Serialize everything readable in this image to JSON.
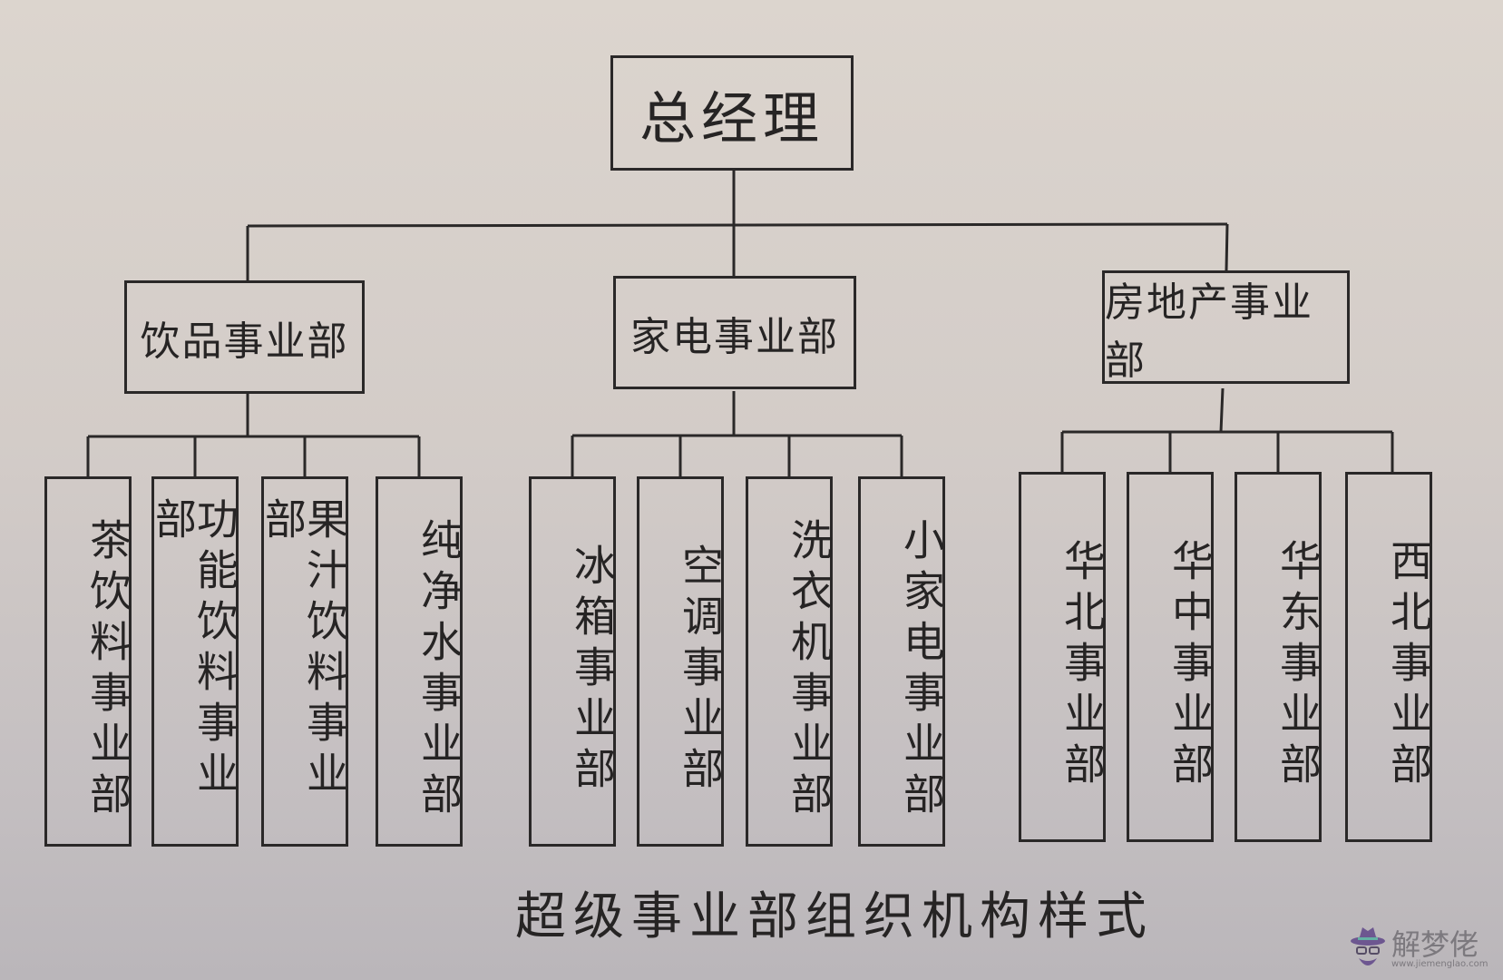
{
  "root": {
    "label": "总经理"
  },
  "divisions": [
    {
      "label": "饮品事业部",
      "children": [
        "茶饮料事业部",
        "功能饮料事业部",
        "果汁饮料事业部",
        "纯净水事业部"
      ]
    },
    {
      "label": "家电事业部",
      "children": [
        "冰箱事业部",
        "空调事业部",
        "洗衣机事业部",
        "小家电事业部"
      ]
    },
    {
      "label": "房地产事业部",
      "children": [
        "华北事业部",
        "华中事业部",
        "华东事业部",
        "西北事业部"
      ]
    }
  ],
  "caption": "超级事业部组织机构样式",
  "watermark": {
    "name": "解梦佬",
    "url": "www.jiemenglao.com"
  },
  "colors": {
    "ink": "#2a2828",
    "paper": "#d8d1cb",
    "watermark_hat": "#5a3f86"
  }
}
